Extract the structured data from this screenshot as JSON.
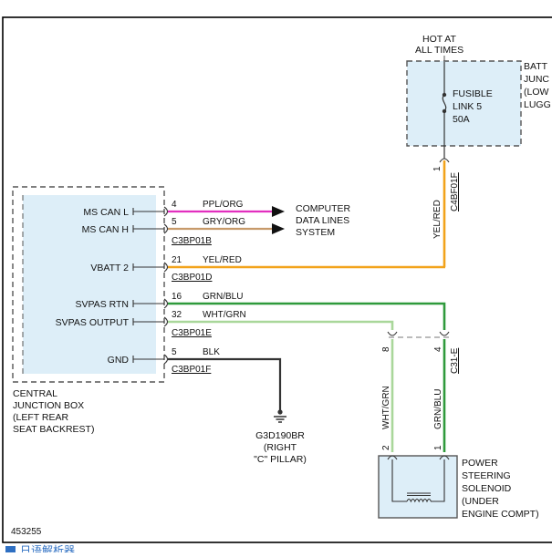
{
  "diagram_id": "453255",
  "battery_box": {
    "hot_line1": "HOT AT",
    "hot_line2": "ALL TIMES",
    "fuse_line1": "FUSIBLE",
    "fuse_line2": "LINK 5",
    "fuse_line3": "50A",
    "side_line1": "BATT",
    "side_line2": "JUNC",
    "side_line3": "(LOW",
    "side_line4": "LUGG",
    "pin": "1",
    "connector": "C4BF01F",
    "wire": "YEL/RED"
  },
  "central_box": {
    "title_line1": "CENTRAL",
    "title_line2": "JUNCTION BOX",
    "title_line3": "(LEFT REAR",
    "title_line4": "SEAT BACKREST)",
    "terminals": [
      {
        "label": "MS CAN L",
        "pin": "4",
        "wire": "PPL/ORG"
      },
      {
        "label": "MS CAN H",
        "pin": "5",
        "wire": "GRY/ORG"
      },
      {
        "label": "VBATT 2",
        "pin": "21",
        "wire": "YEL/RED"
      },
      {
        "label": "SVPAS RTN",
        "pin": "16",
        "wire": "GRN/BLU"
      },
      {
        "label": "SVPAS OUTPUT",
        "pin": "32",
        "wire": "WHT/GRN"
      },
      {
        "label": "GND",
        "pin": "5",
        "wire": "BLK"
      }
    ],
    "connectors": [
      "C3BP01B",
      "C3BP01D",
      "C3BP01E",
      "C3BP01F"
    ]
  },
  "computer_data": {
    "line1": "COMPUTER",
    "line2": "DATA LINES",
    "line3": "SYSTEM"
  },
  "ground": {
    "line1": "G3D190BR",
    "line2": "(RIGHT",
    "line3": "\"C\" PILLAR)"
  },
  "solenoid": {
    "line1": "POWER",
    "line2": "STEERING",
    "line3": "SOLENOID",
    "line4": "(UNDER",
    "line5": "ENGINE COMPT)",
    "pin_left_top": "8",
    "pin_right_top": "4",
    "connector": "C31-E",
    "wire_left": "WHT/GRN",
    "wire_right": "GRN/BLU",
    "pin_left_bottom": "2",
    "pin_right_bottom": "1"
  },
  "colors": {
    "ppl_org": "#e22fbf",
    "gry_org": "#c79a6a",
    "yel_red": "#f2a31b",
    "grn_blu": "#2f9a3c",
    "wht_grn": "#a9d79a",
    "blk": "#333333",
    "box_fill": "#ddeef8",
    "box_stroke": "#555555",
    "page_border": "#000000"
  },
  "bottom_strip_text": "日语解析器"
}
